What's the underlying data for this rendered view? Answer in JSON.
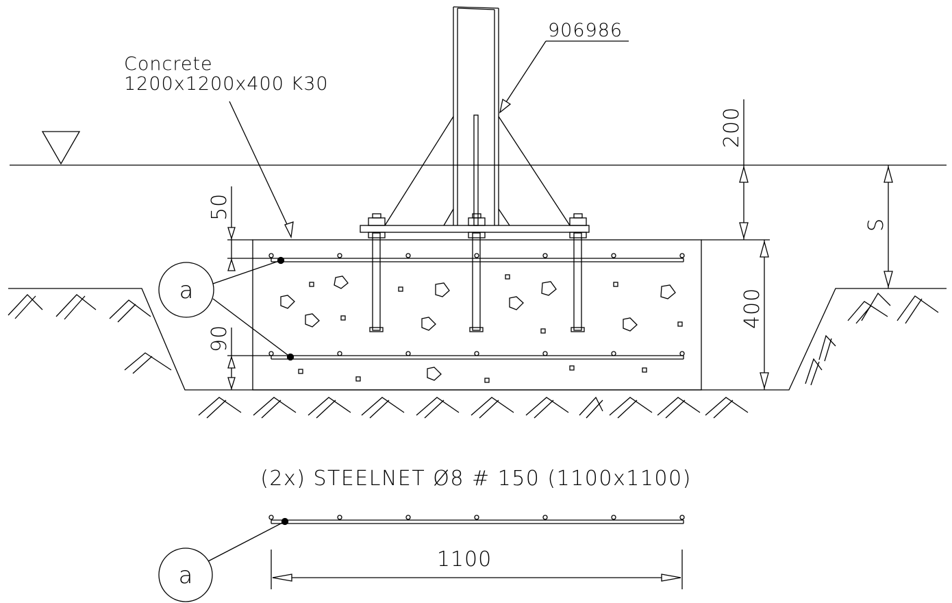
{
  "labels": {
    "concrete_line1": "Concrete",
    "concrete_line2": "1200x1200x400 K30",
    "part_number": "906986",
    "steelnet_caption": "(2x) STEELNET Ø8 # 150 (1100x1100)"
  },
  "dimensions": {
    "above_ground": "200",
    "burial_depth": "S",
    "footing_height": "400",
    "top_cover": "50",
    "bottom_cover": "90",
    "net_length": "1100"
  },
  "callouts": {
    "section_bubble": "a",
    "detail_bubble": "a"
  }
}
